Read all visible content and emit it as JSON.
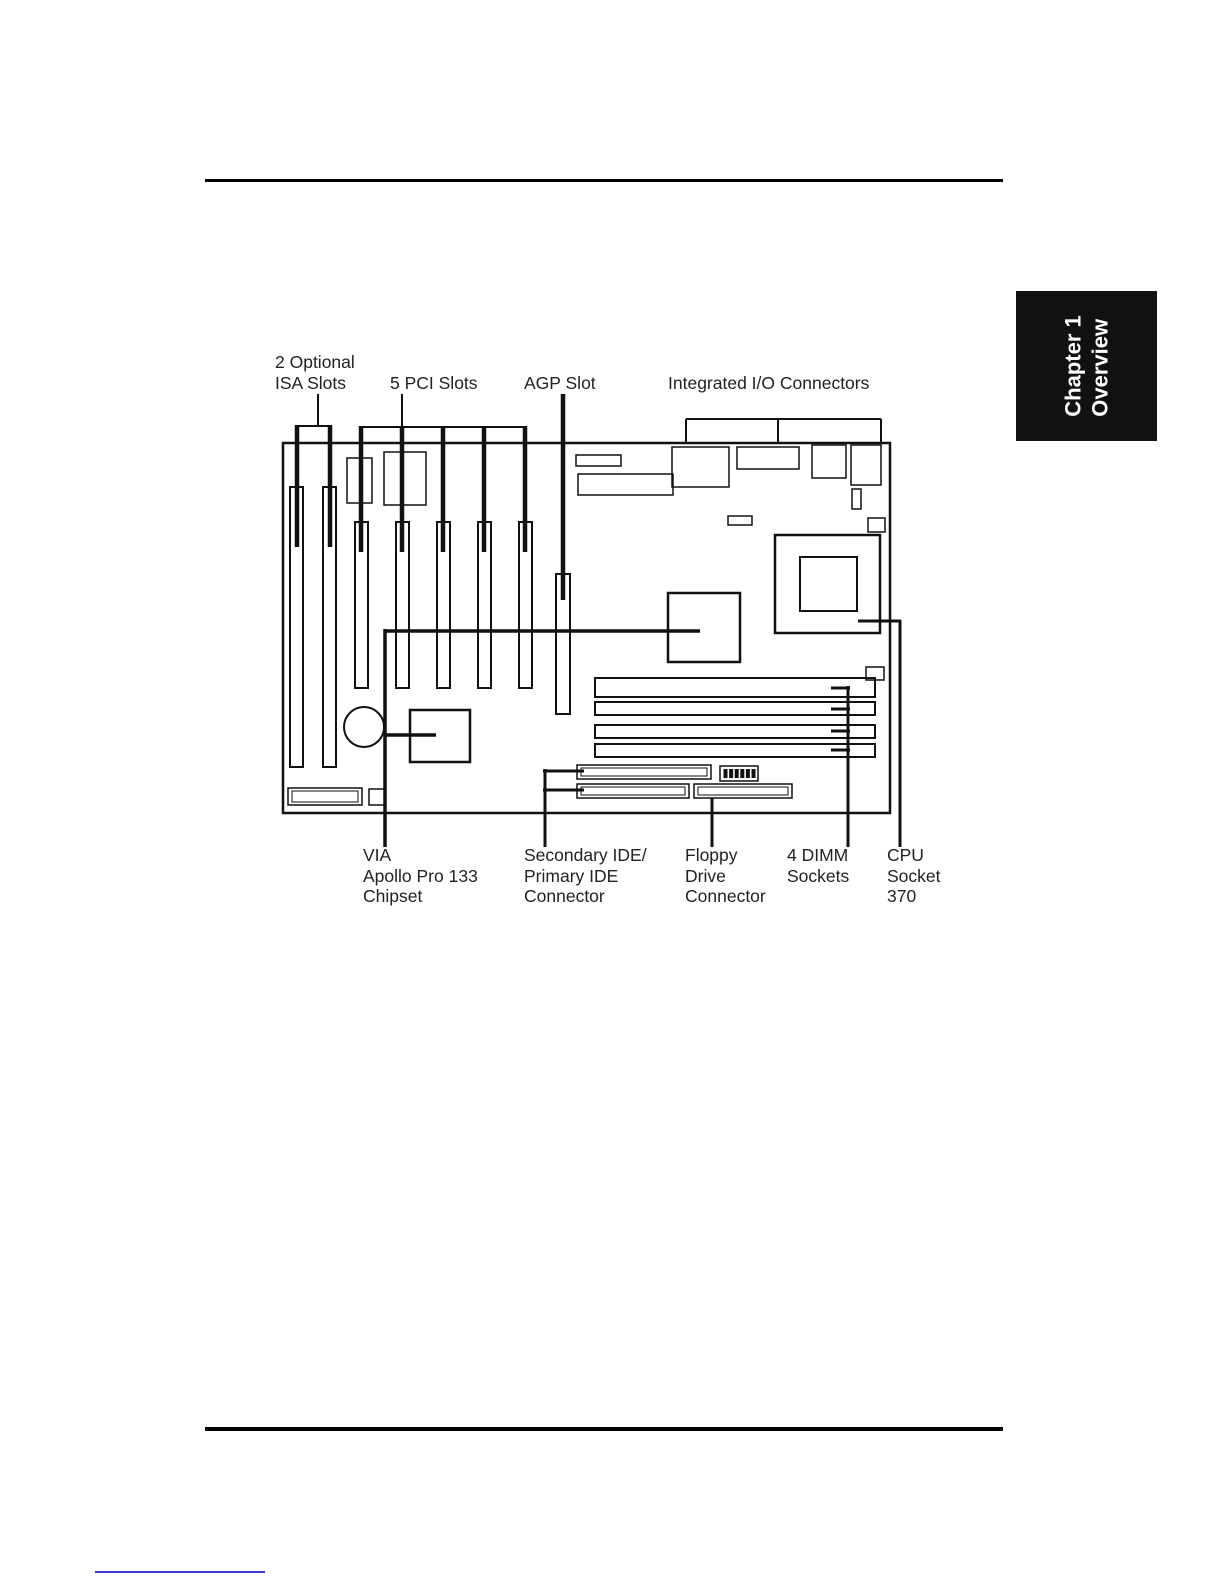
{
  "document": {
    "chapter_tab": {
      "lines": [
        "Chapter 1",
        "Overview"
      ],
      "bg_color": "#111111",
      "text_color": "#ffffff"
    },
    "colors": {
      "diagram_line": "#111111",
      "link_blue": "#3a3acc"
    }
  },
  "diagram": {
    "labels": {
      "isa": [
        "2 Optional",
        "ISA Slots"
      ],
      "pci": [
        "5 PCI Slots"
      ],
      "agp": [
        "AGP Slot"
      ],
      "io": [
        "Integrated I/O Connectors"
      ],
      "chipset": [
        "VIA",
        "Apollo Pro 133",
        "Chipset"
      ],
      "ide": [
        "Secondary IDE/",
        "Primary IDE",
        "Connector"
      ],
      "floppy": [
        "Floppy",
        "Drive",
        "Connector"
      ],
      "dimm": [
        "4 DIMM",
        "Sockets"
      ],
      "cpu": [
        "CPU",
        "Socket",
        "370"
      ]
    }
  }
}
